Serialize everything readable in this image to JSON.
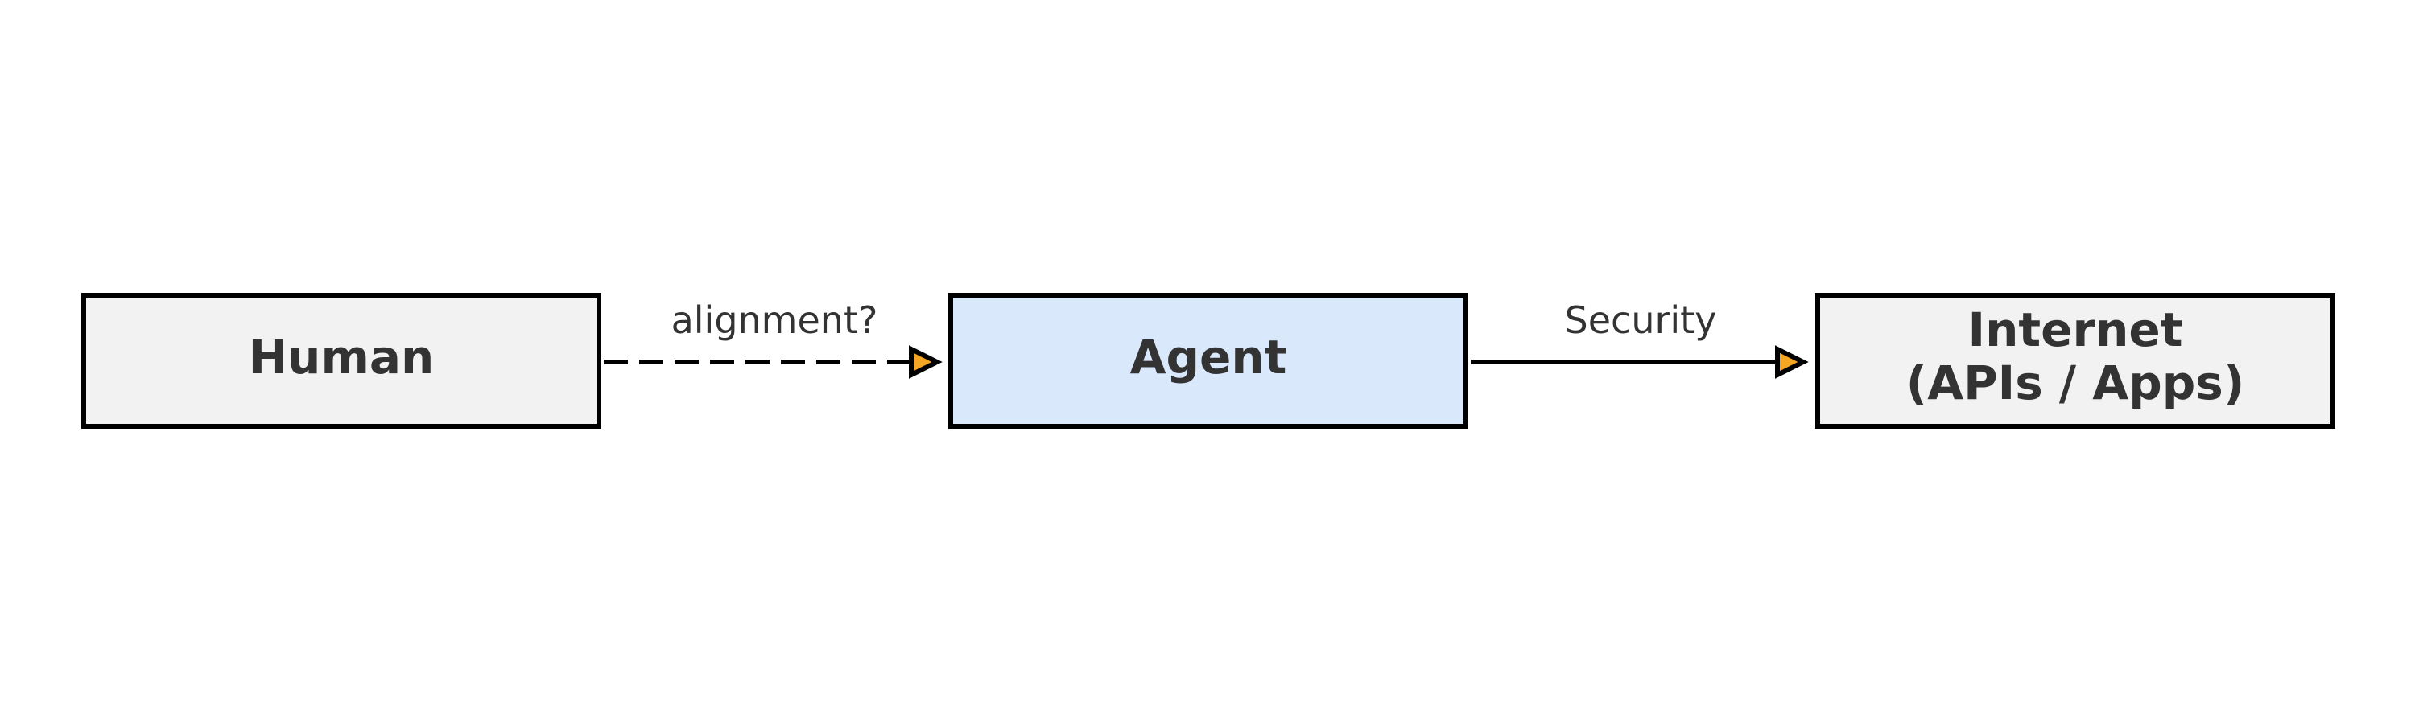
{
  "colors": {
    "node_default_fill": "#f2f2f2",
    "node_highlight_fill": "#dae8fc",
    "stroke": "#000000",
    "text": "#333333",
    "arrow_fill": "#f5a623"
  },
  "nodes": [
    {
      "id": "human",
      "label_lines": [
        "Human"
      ],
      "highlight": false
    },
    {
      "id": "agent",
      "label_lines": [
        "Agent"
      ],
      "highlight": true
    },
    {
      "id": "internet",
      "label_lines": [
        "Internet",
        "(APIs / Apps)"
      ],
      "highlight": false
    }
  ],
  "edges": [
    {
      "from": "human",
      "to": "agent",
      "label": "alignment?",
      "style": "dashed"
    },
    {
      "from": "agent",
      "to": "internet",
      "label": "Security",
      "style": "solid"
    }
  ]
}
